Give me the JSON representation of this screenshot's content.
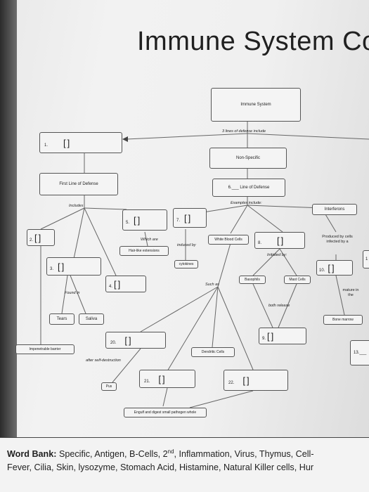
{
  "title": "Immune System Co",
  "nodes": {
    "immune_system": "Immune System",
    "non_specific": "Non-Specific",
    "first_line": "First Line of Defense",
    "line_defense": "6.___ Line of Defense",
    "white_blood_cells": "White Blood Cells",
    "interferons": "Interferons",
    "hair_like": "Hair-like extensions",
    "cytokines": "cytokines",
    "basophils": "Basophils",
    "mast_cells": "Mast Cells",
    "tears": "Tears",
    "saliva": "Saliva",
    "bone_marrow": "Bone marrow",
    "impenetrable": "Impenetrable barrier",
    "dendritic": "Dendritic Cells",
    "pus": "Pus",
    "engulf": "Engulf and digest small pathogen whole"
  },
  "blanks": {
    "b1": {
      "num": "1.",
      "mark": "[]"
    },
    "b2": {
      "num": "2.",
      "mark": "[]"
    },
    "b3": {
      "num": "3.",
      "mark": "[]"
    },
    "b4": {
      "num": "4.",
      "mark": "[]"
    },
    "b5": {
      "num": "5.",
      "mark": "[]"
    },
    "b7": {
      "num": "7.",
      "mark": "[]"
    },
    "b8": {
      "num": "8.",
      "mark": "[]"
    },
    "b9": {
      "num": "9.",
      "mark": "[]"
    },
    "b10": {
      "num": "10.",
      "mark": "[]"
    },
    "b13": {
      "num": "13.___"
    },
    "b20": {
      "num": "20.",
      "mark": "[]"
    },
    "b21": {
      "num": "21.",
      "mark": "[]"
    },
    "b22": {
      "num": "22.",
      "mark": "[]"
    },
    "b1x": {
      "num": "1"
    }
  },
  "labels": {
    "lines_of_defense": "3 lines of defense include",
    "includes": "Includes",
    "examples_include": "Examples include:",
    "which_are": "Which are",
    "induced_by": "induced by",
    "initiated_by": "Initiated by:",
    "produced_by": "Produced by cells infected by a",
    "found_in": "Found in",
    "such_as": "Such as",
    "both_release": "both release",
    "mature_in": "mature in the",
    "after_self": "after self-destruction"
  },
  "word_bank": {
    "label": "Word Bank:",
    "line1": "Specific, Antigen, B-Cells, 2",
    "sup": "nd",
    "line1b": ", Inflammation, Virus, Thymus, Cell-",
    "line2": "Fever, Cilia, Skin, lysozyme, Stomach Acid, Histamine, Natural Killer cells, Hur"
  }
}
